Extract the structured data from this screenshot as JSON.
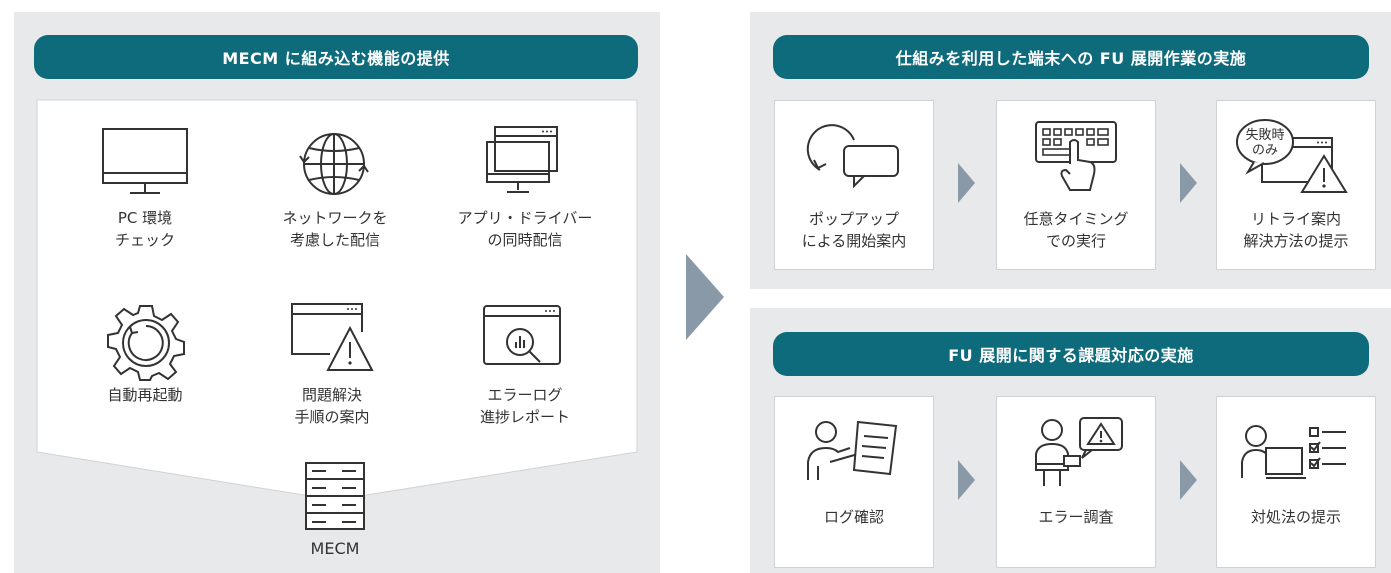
{
  "left": {
    "title": "MECM に組み込む機能の提供",
    "items": [
      {
        "line1": "PC 環境",
        "line2": "チェック",
        "icon": "monitor-icon"
      },
      {
        "line1": "ネットワークを",
        "line2": "考慮した配信",
        "icon": "globe-refresh-icon"
      },
      {
        "line1": "アプリ・ドライバー",
        "line2": "の同時配信",
        "icon": "window-monitor-icon"
      },
      {
        "line1": "自動再起動",
        "line2": "",
        "icon": "gear-restart-icon"
      },
      {
        "line1": "問題解決",
        "line2": "手順の案内",
        "icon": "window-warning-icon"
      },
      {
        "line1": "エラーログ",
        "line2": "進捗レポート",
        "icon": "window-report-icon"
      }
    ],
    "server_label": "MECM"
  },
  "right_top": {
    "title": "仕組みを利用した端末への FU 展開作業の実施",
    "cards": [
      {
        "line1": "ポップアップ",
        "line2": "による開始案内",
        "icon": "popup-message-icon"
      },
      {
        "line1": "任意タイミング",
        "line2": "での実行",
        "icon": "keyboard-press-icon"
      },
      {
        "line1": "リトライ案内",
        "line2": "解決方法の提示",
        "icon": "failure-warning-icon",
        "bubble_line1": "失敗時",
        "bubble_line2": "のみ"
      }
    ]
  },
  "right_bottom": {
    "title": "FU 展開に関する課題対応の実施",
    "cards": [
      {
        "line1": "ログ確認",
        "line2": "",
        "icon": "person-document-icon"
      },
      {
        "line1": "エラー調査",
        "line2": "",
        "icon": "person-warning-icon"
      },
      {
        "line1": "対処法の提示",
        "line2": "",
        "icon": "person-checklist-icon"
      }
    ]
  },
  "colors": {
    "accent": "#0e6b7c",
    "panel": "#e8e9ea",
    "arrow": "#8a99a8"
  }
}
